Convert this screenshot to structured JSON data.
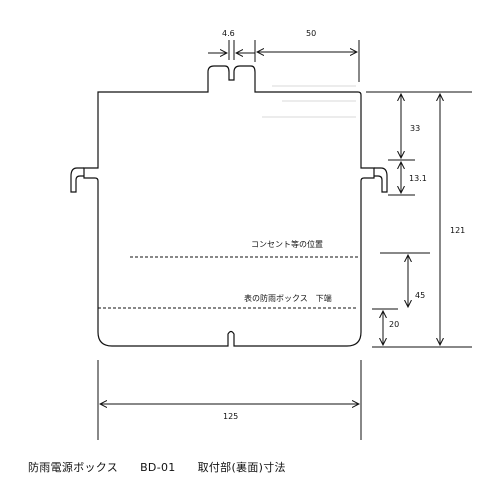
{
  "dimensions": {
    "tab_width": "4.6",
    "top_offset": "50",
    "upper_height": "33",
    "hook_height": "13.1",
    "total_height": "121",
    "outlet_to_bottom": "45",
    "lower_offset": "20",
    "total_width": "125"
  },
  "annotations": {
    "outlet_position": "コンセント等の位置",
    "front_box_bottom": "表の防雨ボックス　下端"
  },
  "caption": {
    "product": "防雨電源ボックス",
    "model": "BD-01",
    "part": "取付部(裏面)寸法"
  }
}
